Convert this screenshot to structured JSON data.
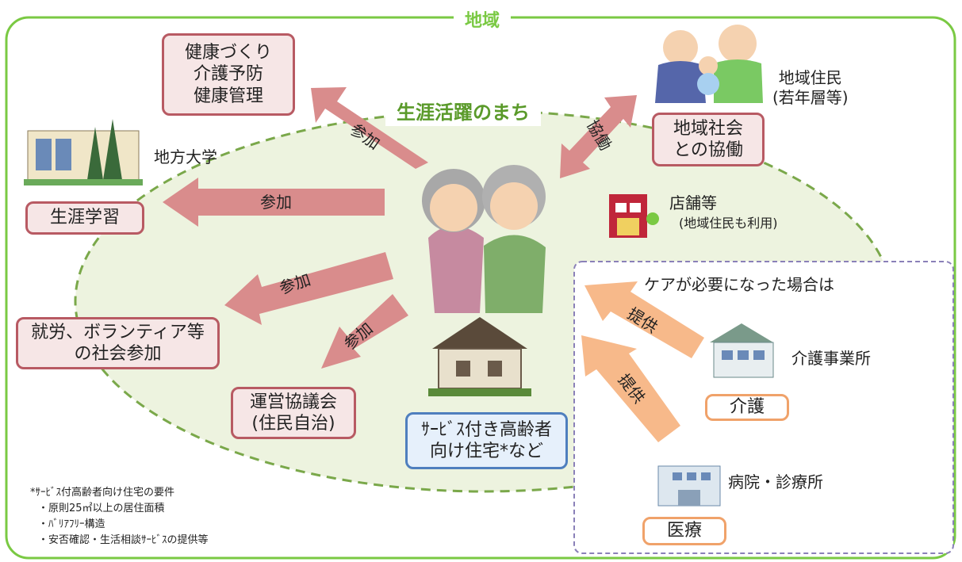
{
  "region": {
    "title": "地域"
  },
  "town": {
    "title": "生涯活躍のまち"
  },
  "activities": {
    "health": [
      "健康づくり",
      "介護予防",
      "健康管理"
    ],
    "learning": "生涯学習",
    "work": [
      "就労、ボランティア等",
      "の社会参加"
    ],
    "council": [
      "運営協議会",
      "(住民自治)"
    ],
    "collab": [
      "地域社会",
      "との協働"
    ]
  },
  "places": {
    "university": "地方大学",
    "residents": [
      "地域住民",
      "(若年層等)"
    ],
    "shop": "店舗等",
    "shop_note": "(地域住民も利用)",
    "care_office": "介護事業所",
    "hospital": "病院・診療所"
  },
  "housing": [
    "ｻｰﾋﾞｽ付き高齢者",
    "向け住宅*など"
  ],
  "arrows": {
    "participate": "参加",
    "collaborate": "協働",
    "provide": "提供"
  },
  "care": {
    "heading": "ケアが必要になった場合は",
    "nursing": "介護",
    "medical": "医療"
  },
  "footnote": {
    "title": "*ｻｰﾋﾞｽ付高齢者向け住宅の要件",
    "items": [
      "・原則25㎡以上の居住面積",
      "・ﾊﾞﾘｱﾌﾘｰ構造",
      "・安否確認・生活相談ｻｰﾋﾞｽの提供等"
    ]
  },
  "colors": {
    "region_border": "#7ac943",
    "ellipse_fill": "#edf3df",
    "ellipse_border": "#7aa84a",
    "participate_arrow": "#d98c8c",
    "provide_arrow": "#f7b98a",
    "care_border": "#8a80b8"
  }
}
